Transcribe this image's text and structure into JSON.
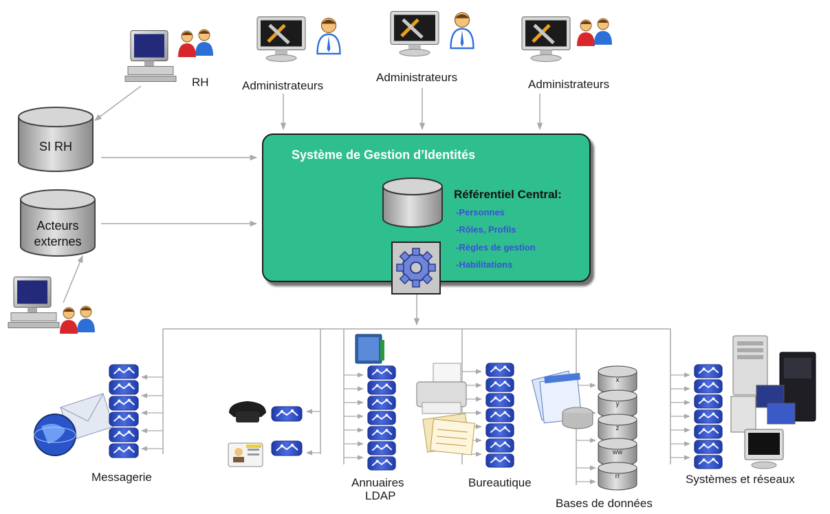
{
  "sgi": {
    "title": "Système de Gestion d’Identités",
    "referentiel_title": "Référentiel Central:",
    "referentiel_items": [
      "-Personnes",
      "-Rôles, Profils",
      "-Règles de gestion",
      "-Habilitations"
    ]
  },
  "actors": {
    "rh": "RH",
    "admin_1": "Administrateurs",
    "admin_2": "Administrateurs",
    "admin_3": "Administrateurs"
  },
  "sources": {
    "si_rh": "SI RH",
    "acteurs_externes_line1": "Acteurs",
    "acteurs_externes_line2": "externes"
  },
  "targets": {
    "messagerie": "Messagerie",
    "annuaires_line1": "Annuaires",
    "annuaires_line2": "LDAP",
    "bureautique": "Bureautique",
    "bases": "Bases de données",
    "systemes": "Systèmes et réseaux"
  },
  "databases": [
    "x",
    "y",
    "z",
    "ww",
    "rr"
  ],
  "colors": {
    "box_fill": "#2fbf8e",
    "referentiel_items": "#3a4fd8",
    "connector": "#a9a9a9",
    "connector_server": "#2f4fb8"
  },
  "icons": [
    "computer-icon",
    "users-icon",
    "admin-tools-icon",
    "gear-icon",
    "database-icon",
    "server-icon",
    "globe-mail-icon",
    "phone-icon",
    "id-card-icon",
    "book-icon",
    "printer-icon",
    "documents-icon",
    "tower-server-icon",
    "monitor-icon"
  ]
}
